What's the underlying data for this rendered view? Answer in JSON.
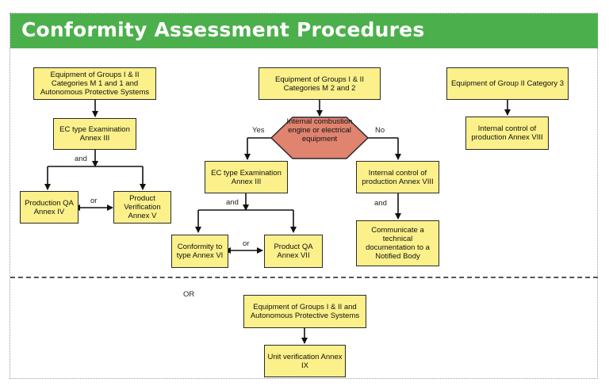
{
  "title": "Conformity Assessment Procedures",
  "boxes": {
    "groups_m1": "Equipment of Groups I & II Categories M 1 and 1 and Autonomous Protective Systems",
    "groups_m2": "Equipment of Groups I & II Categories M 2 and 2",
    "group2_cat3": "Equipment of Group II Category 3",
    "ec_type_left": "EC type Examination Annex III",
    "production_qa": "Production QA Annex IV",
    "product_verification": "Product Verification Annex V",
    "decision": "Internal combustion engine or electrical equipment",
    "ec_type_mid": "EC type Examination Annex III",
    "internal_control_mid": "Internal control of production Annex VIII",
    "internal_control_right": "Internal control of production Annex VIII",
    "conformity_type": "Conformity to type Annex VI",
    "product_qa": "Product QA Annex VII",
    "communicate": "Communicate a technical documentation to a Notified Body",
    "groups_autonomous": "Equipment of Groups I & II and Autonomous Protective Systems",
    "unit_verification": "Unit verification Annex IX"
  },
  "labels": {
    "and": "and",
    "or": "or",
    "yes": "Yes",
    "no": "No",
    "or_caps": "OR"
  },
  "colors": {
    "header_green": "#4bb04b",
    "box_fill": "#fbf08a",
    "decision_fill": "#e0836f"
  }
}
